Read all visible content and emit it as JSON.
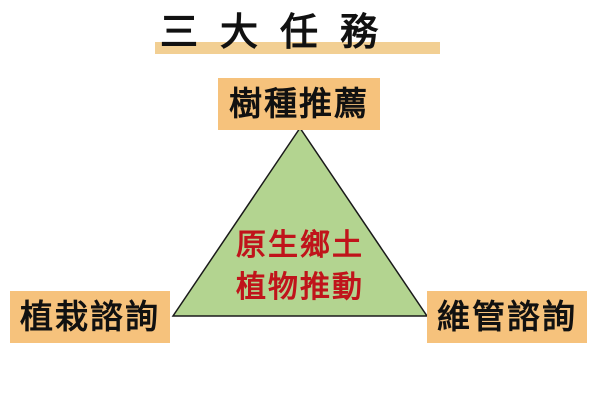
{
  "title": "三大任務",
  "title_chars": [
    "三",
    "大",
    "任",
    "務"
  ],
  "boxes": {
    "top": "樹種推薦",
    "left": "植栽諮詢",
    "right": "維管諮詢"
  },
  "center": {
    "line1": "原生鄉土",
    "line2": "植物推動"
  },
  "colors": {
    "box_fill": "#f6c27c",
    "title_underline": "#f2cf93",
    "triangle_fill": "#b3d490",
    "triangle_stroke": "#1a1a1a",
    "center_text": "#c0141b"
  }
}
